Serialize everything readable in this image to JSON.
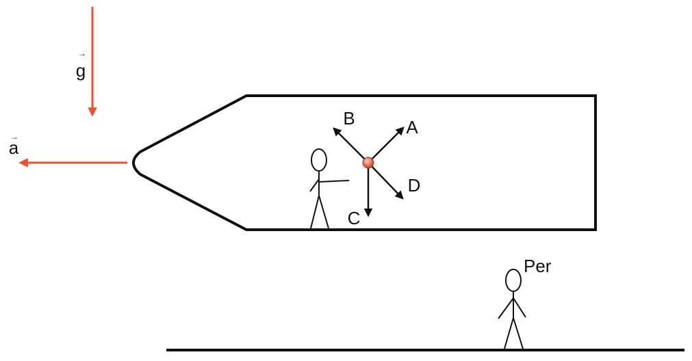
{
  "vectors": {
    "gravity_label": "g",
    "acceleration_label": "a",
    "color": "#e8502e"
  },
  "arrows": {
    "a": "A",
    "b": "B",
    "c": "C",
    "d": "D"
  },
  "observer_label": "Per",
  "ball_color": "#e0725a"
}
